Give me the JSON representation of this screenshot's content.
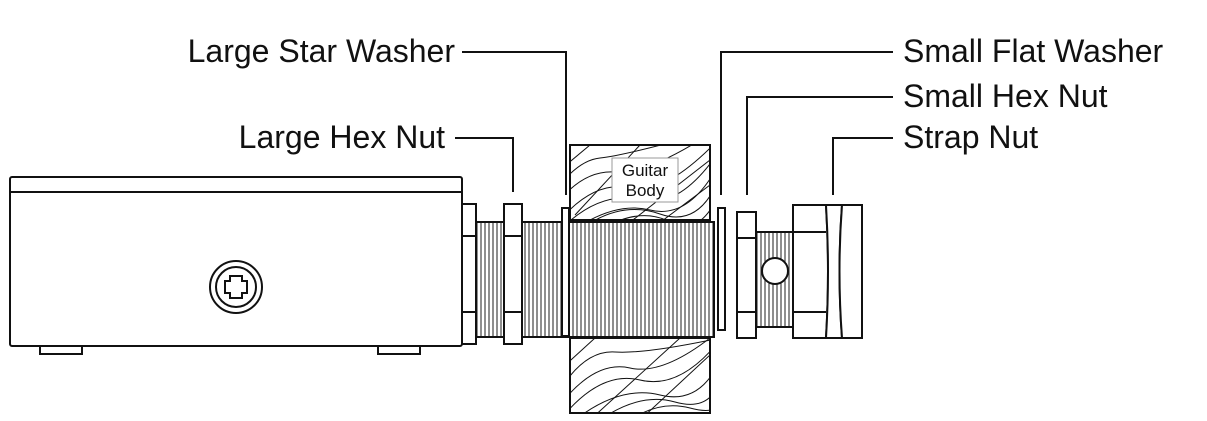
{
  "labels": {
    "large_star_washer": "Large Star Washer",
    "large_hex_nut": "Large Hex Nut",
    "small_flat_washer": "Small Flat Washer",
    "small_hex_nut": "Small Hex Nut",
    "strap_nut": "Strap Nut",
    "guitar_body_line1": "Guitar",
    "guitar_body_line2": "Body"
  },
  "colors": {
    "stroke": "#111111",
    "fill": "#ffffff"
  },
  "icons": {
    "screw": "phillips-screw-icon"
  }
}
